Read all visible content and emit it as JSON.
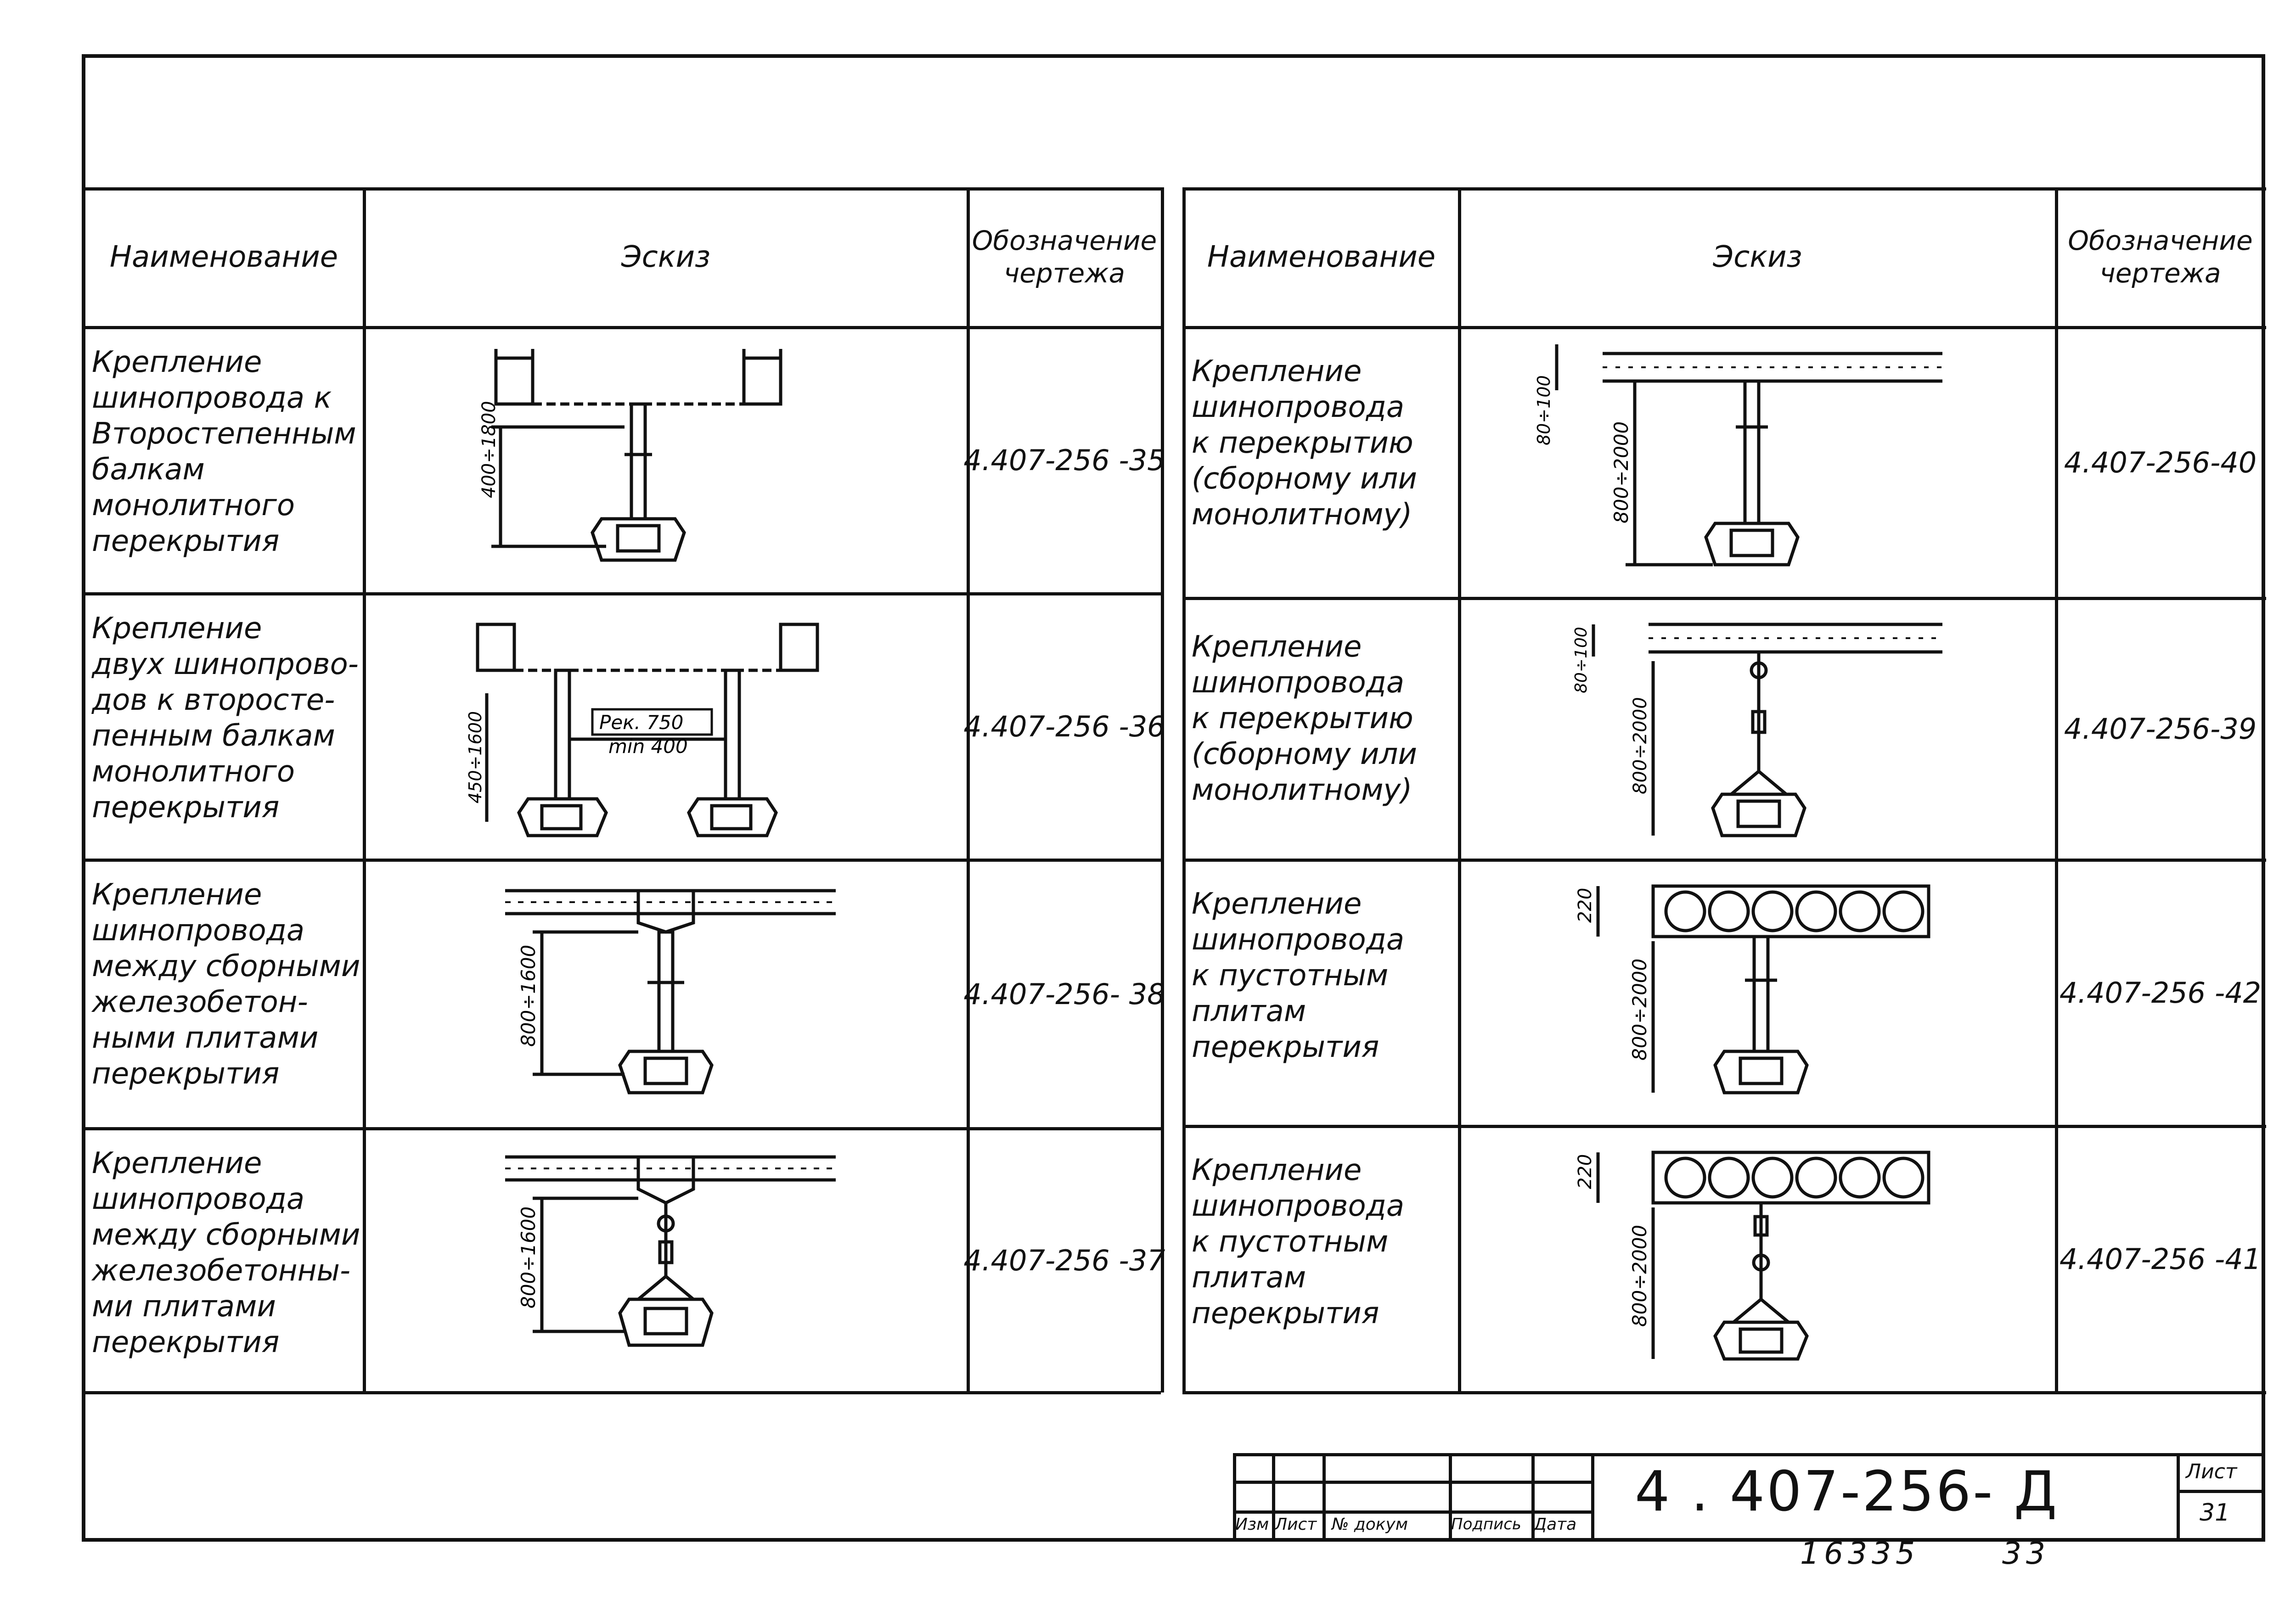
{
  "tables": [
    {
      "headers": {
        "name": "Наименование",
        "sketch": "Эскиз",
        "code": "Обозначение чертежа"
      },
      "rows": [
        {
          "name": "Крепление\nшинопровода к\nВторостепенным\nбалкам\nмонолитного\nперекрытия",
          "code": "4.407-256 -35",
          "dims": [
            "400÷1800"
          ]
        },
        {
          "name": "Крепление\nдвух шинопрово-\nдов к второсте-\nпенным балкам\nмонолитного\nперекрытия",
          "code": "4.407-256 -36",
          "dims": [
            "450÷1600",
            "Рек. 750",
            "min 400"
          ]
        },
        {
          "name": "Крепление\nшинопровода\nмежду сборными\nжелезобетон-\nными плитами\nперекрытия",
          "code": "4.407-256- 38",
          "dims": [
            "800÷1600"
          ]
        },
        {
          "name": "Крепление\nшинопровода\nмежду сборными\nжелезобетонны-\nми плитами\nперекрытия",
          "code": "4.407-256 -37",
          "dims": [
            "800÷1600"
          ]
        }
      ]
    },
    {
      "headers": {
        "name": "Наименование",
        "sketch": "Эскиз",
        "code": "Обозначение чертежа"
      },
      "rows": [
        {
          "name": "Крепление\nшинопровода\nк перекрытию\n(сборному или\nмонолитному)",
          "code": "4.407-256-40",
          "dims": [
            "80÷100",
            "800÷2000"
          ]
        },
        {
          "name": "Крепление\nшинопровода\nк перекрытию\n(сборному или\nмонолитному)",
          "code": "4.407-256-39",
          "dims": [
            "80÷100",
            "800÷2000"
          ]
        },
        {
          "name": "Крепление\nшинопровода\nк пустотным\nплитам\nперекрытия",
          "code": "4.407-256 -42",
          "dims": [
            "220",
            "800÷2000"
          ]
        },
        {
          "name": "Крепление\nшинопровода\nк пустотным\nплитам\nперекрытия",
          "code": "4.407-256 -41",
          "dims": [
            "220",
            "800÷2000"
          ]
        }
      ]
    }
  ],
  "title_block": {
    "columns": [
      "Изм",
      "Лист",
      "№ докум",
      "Подпись",
      "Дата"
    ],
    "designation": "4 . 407-256- Д",
    "sheet_label": "Лист",
    "sheet_number": "31",
    "footer_left": "16335",
    "footer_right": "33"
  }
}
